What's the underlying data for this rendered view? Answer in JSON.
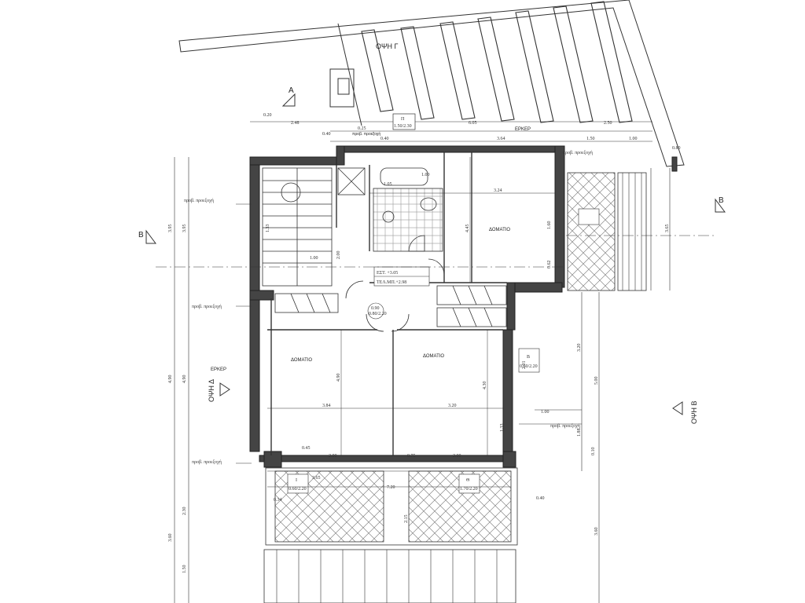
{
  "drawing": {
    "elevation_top": "ΟΨΗ Γ",
    "elevation_left": "ΟΨΗ Δ",
    "elevation_right": "ΟΨΗ Β",
    "section_a": "A",
    "section_b_left": "B",
    "section_b_right": "B"
  },
  "rooms": {
    "room_top_right": "ΔΟΜΑΤΙΟ",
    "room_bottom_left": "ΔΟΜΑΤΙΟ",
    "room_bottom_mid": "ΔΟΜΑΤΙΟ",
    "erker_top": "ΕΡΚΕΡ",
    "erker_left": "ΕΡΚΕΡ"
  },
  "levels": {
    "est": "ΕΣΤ.  +3.05",
    "tel_mp": "ΤΕΛ.ΜΠ.+2.98"
  },
  "notes": {
    "proj": "προβ. προεξοχή"
  },
  "dims": {
    "d_020": "0.20",
    "d_248": "2.48",
    "d_025": "0.25",
    "d_040": "0.40",
    "d_605": "6.05",
    "d_250": "2.50",
    "d_364": "3.64",
    "d_150": "1.50",
    "d_100": "1.00",
    "d_080": "0.80",
    "d_324": "3.24",
    "d_445": "4.45",
    "d_160": "1.60",
    "d_062": "0.62",
    "d_395": "3.95",
    "d_490": "4.90",
    "d_384": "3.84",
    "d_320": "3.20",
    "d_430": "4.30",
    "d_201": "2.01",
    "d_500": "5.00",
    "d_188": "1.88",
    "d_010": "0.10",
    "d_045": "0.45",
    "d_200": "2.00",
    "d_075": "0.75",
    "d_720": "7.20",
    "d_230": "2.30",
    "d_360": "3.60",
    "d_133": "1.33",
    "d_201b": "2.01",
    "d_365": "3.65",
    "d_034": "0.34",
    "d_060": "0.60",
    "d_105": "1.05",
    "d_215": "2.15"
  },
  "tags": {
    "w_pi": "Π",
    "w_pi_sz": "1.50/2.30",
    "w_theta": "Θ",
    "w_theta_sz": "1.70/2.20",
    "w_iota": "Ι",
    "w_iota_sz": "0.60/2.20",
    "d_090": "0.90",
    "d_090sz": "0.80/2.20",
    "w_b": "Β",
    "w_b_sz": "0.60/2.20"
  }
}
